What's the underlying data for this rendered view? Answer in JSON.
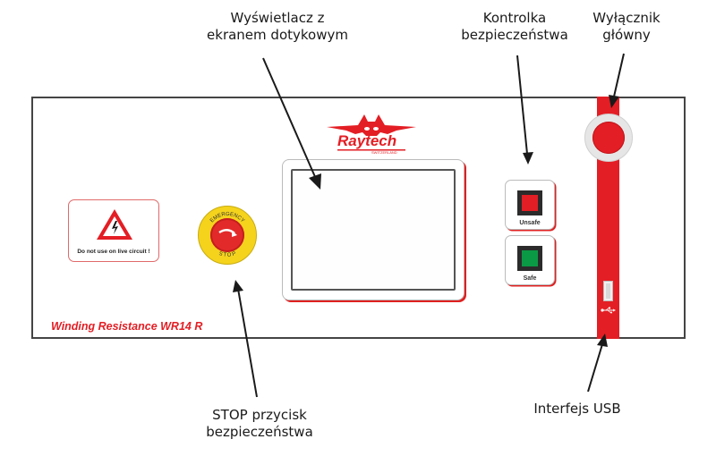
{
  "callouts": {
    "display": [
      "Wyświetlacz z",
      "ekranem dotykowym"
    ],
    "safety_lamp": [
      "Kontrolka",
      "bezpieczeństwa"
    ],
    "main_switch": [
      "Wyłącznik",
      "główny"
    ],
    "stop_button": [
      "STOP przycisk",
      "bezpieczeństwa"
    ],
    "usb": [
      "Interfejs USB"
    ]
  },
  "device": {
    "brand": "Raytech",
    "brand_sub": "SWITZERLAND",
    "model": "Winding Resistance WR14 R",
    "warning_label": "Do not use on live circuit !",
    "emergency_top": "EMERGENCY",
    "emergency_bottom": "STOP",
    "lamps": [
      {
        "label": "Unsafe",
        "color": "#e31e24"
      },
      {
        "label": "Safe",
        "color": "#0a9a45"
      }
    ],
    "accent_color": "#e31e24"
  }
}
